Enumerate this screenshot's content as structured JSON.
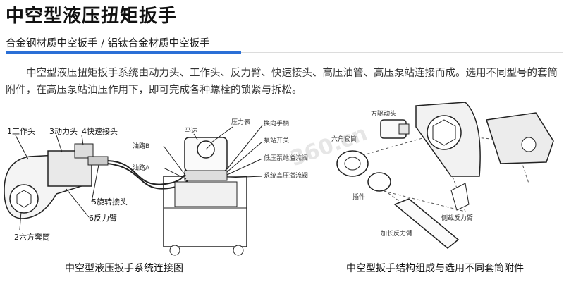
{
  "header": {
    "title": "中空型液压扭矩扳手",
    "subtitle": "合金钢材质中空扳手 / 铝钛合金材质中空扳手"
  },
  "intro_text": "中空型液压扭矩扳手系统由动力头、工作头、反力臂、快速接头、高压油管、高压泵站连接而成。选用不同型号的套筒附件，在高压泵站油压作用下，即可完成各种螺栓的锁紧与拆松。",
  "left_figure": {
    "caption": "中空型液压扳手系统连接图",
    "wrench_labels": {
      "work_head": "1工作头",
      "socket": "2六方套筒",
      "power_head": "3动力头",
      "quick_coupler": "4快速接头",
      "swivel": "5旋转接头",
      "reaction_arm": "6反力臂"
    },
    "pump_labels": {
      "oil_b": "油路B",
      "oil_a": "油路A",
      "motor": "马达",
      "pressure_gauge": "压力表",
      "reversing_handle": "换向手柄",
      "pump_switch": "泵站开关",
      "low_pressure_valve": "低压泵站溢流阀",
      "high_pressure_valve": "系统高压溢流阀"
    }
  },
  "right_figure": {
    "caption": "中空型扳手结构组成与选用不同套筒附件",
    "labels": {
      "square_drive": "方驱动头",
      "hex_socket": "六角套筒",
      "insert": "插件",
      "side_reaction_arm": "侧载反力臂",
      "extended_reaction_arm": "加长反力臂"
    }
  },
  "watermark": "360.cn"
}
